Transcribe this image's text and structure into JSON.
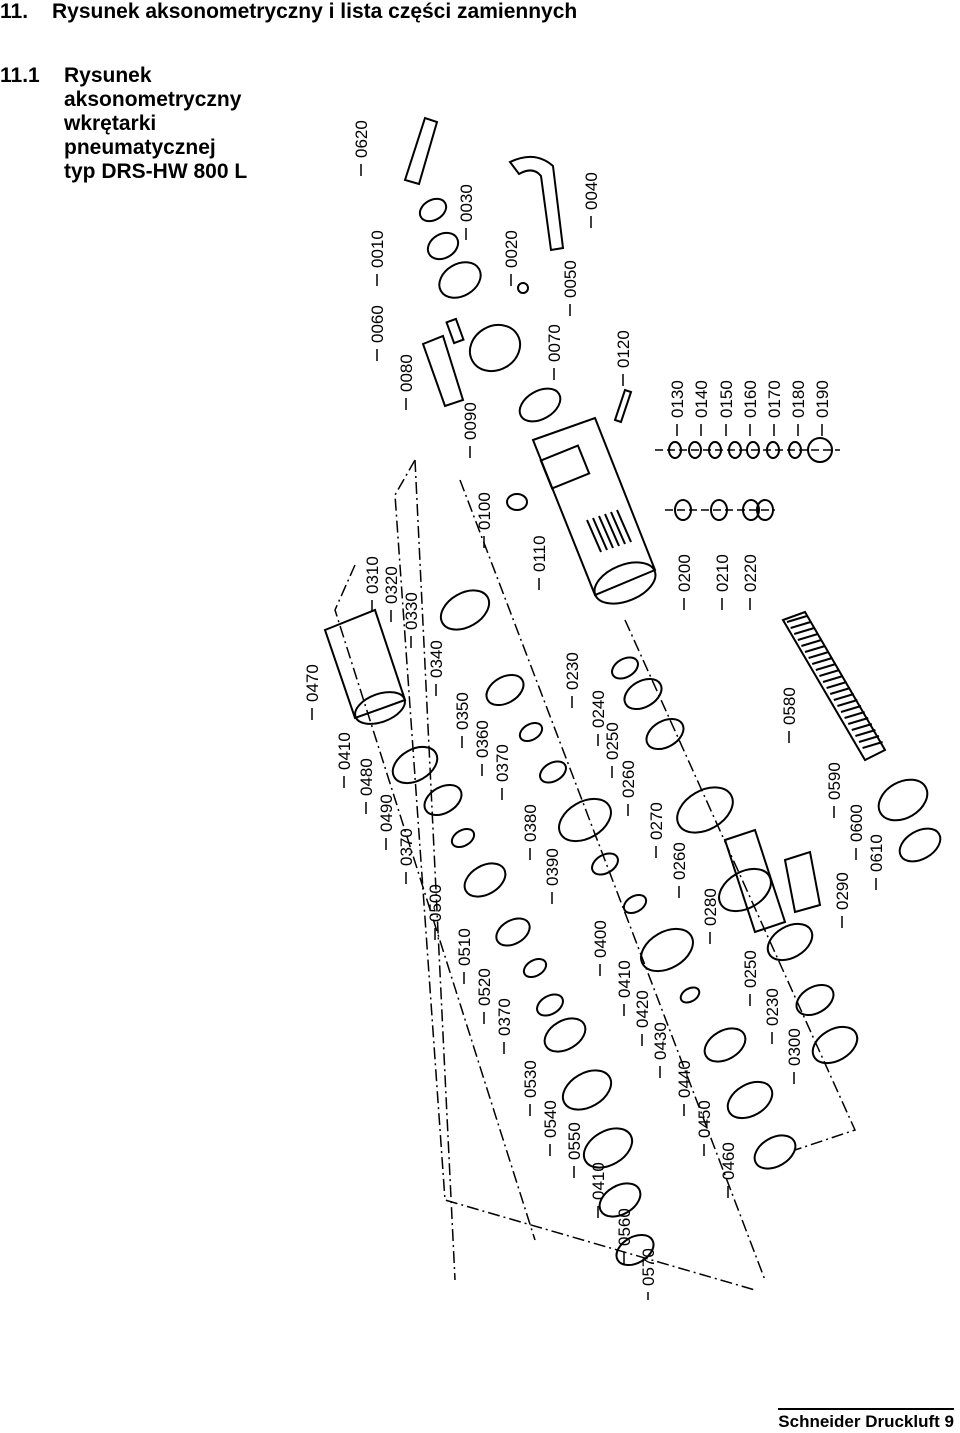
{
  "section": {
    "number": "11.",
    "title": "Rysunek aksonometryczny i lista części zamiennych"
  },
  "subsection": {
    "number": "11.1",
    "lines": [
      "Rysunek",
      "aksonometryczny",
      "wkrętarki",
      "pneumatycznej",
      "typ DRS-HW 800 L"
    ]
  },
  "drawing": {
    "part_labels": [
      "0620",
      "0010",
      "0060",
      "0080",
      "0030",
      "0020",
      "0040",
      "0050",
      "0070",
      "0090",
      "0120",
      "0130",
      "0140",
      "0150",
      "0160",
      "0170",
      "0180",
      "0190",
      "0100",
      "0110",
      "0200",
      "0210",
      "0220",
      "0310",
      "0320",
      "0330",
      "0340",
      "0470",
      "0350",
      "0360",
      "0370",
      "0230",
      "0240",
      "0250",
      "0260",
      "0270",
      "0580",
      "0410",
      "0480",
      "0490",
      "0370",
      "0380",
      "0390",
      "0260",
      "0590",
      "0600",
      "0610",
      "0500",
      "0510",
      "0520",
      "0370",
      "0400",
      "0410",
      "0420",
      "0280",
      "0290",
      "0250",
      "0230",
      "0300",
      "0430",
      "0440",
      "0450",
      "0460",
      "0530",
      "0540",
      "0550",
      "0410",
      "0560",
      "0570"
    ]
  },
  "footer": {
    "text": "Schneider Druckluft 9"
  }
}
